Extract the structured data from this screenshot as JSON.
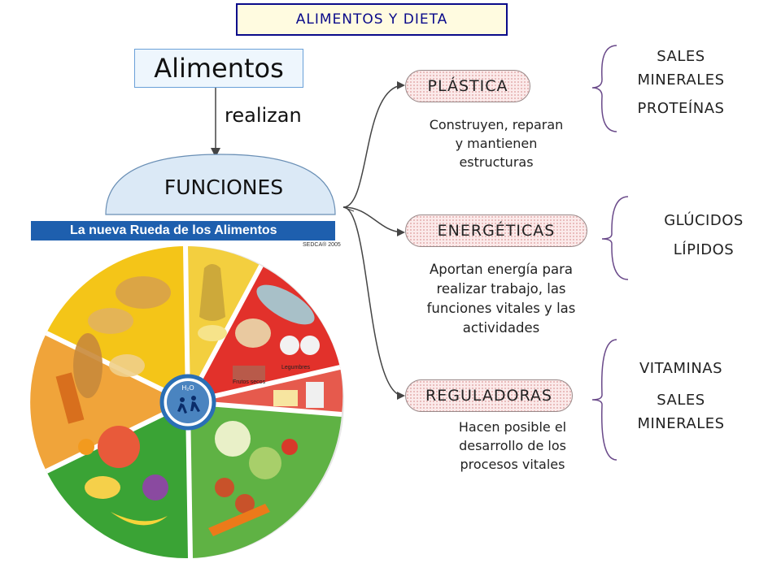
{
  "banner": "ALIMENTOS Y DIETA",
  "root": {
    "title": "Alimentos",
    "verb": "realizan",
    "functions_label": "FUNCIONES"
  },
  "wheel": {
    "header": "La nueva Rueda de los Alimentos",
    "source": "SEDCA® 2005",
    "center_label": "H₂O",
    "nuts_label": "Frutos secos",
    "legumes_label": "Legumbres"
  },
  "functions": [
    {
      "name": "PLÁSTICA",
      "desc": [
        "Construyen, reparan",
        "y mantienen",
        "estructuras"
      ],
      "nutrients": [
        "SALES",
        "MINERALES",
        "PROTEÍNAS"
      ]
    },
    {
      "name": "ENERGÉTICAS",
      "desc": [
        "Aportan energía para",
        "realizar trabajo, las",
        "funciones vitales y las",
        "actividades"
      ],
      "nutrients": [
        "GLÚCIDOS",
        "LÍPIDOS"
      ]
    },
    {
      "name": "REGULADORAS",
      "desc": [
        "Hacen posible el",
        "desarrollo de los",
        "procesos vitales"
      ],
      "nutrients": [
        "VITAMINAS",
        "SALES",
        "MINERALES"
      ]
    }
  ],
  "colors": {
    "connector": "#444444",
    "brace": "#6a4a8a",
    "banner_border": "#0a0a8a",
    "wheel_yellow": "#f4c518",
    "wheel_red": "#e2312b",
    "wheel_green": "#3aa335",
    "wheel_orange": "#f29a1e",
    "wheel_header": "#1e5fae",
    "center": "#2a6fb5"
  }
}
